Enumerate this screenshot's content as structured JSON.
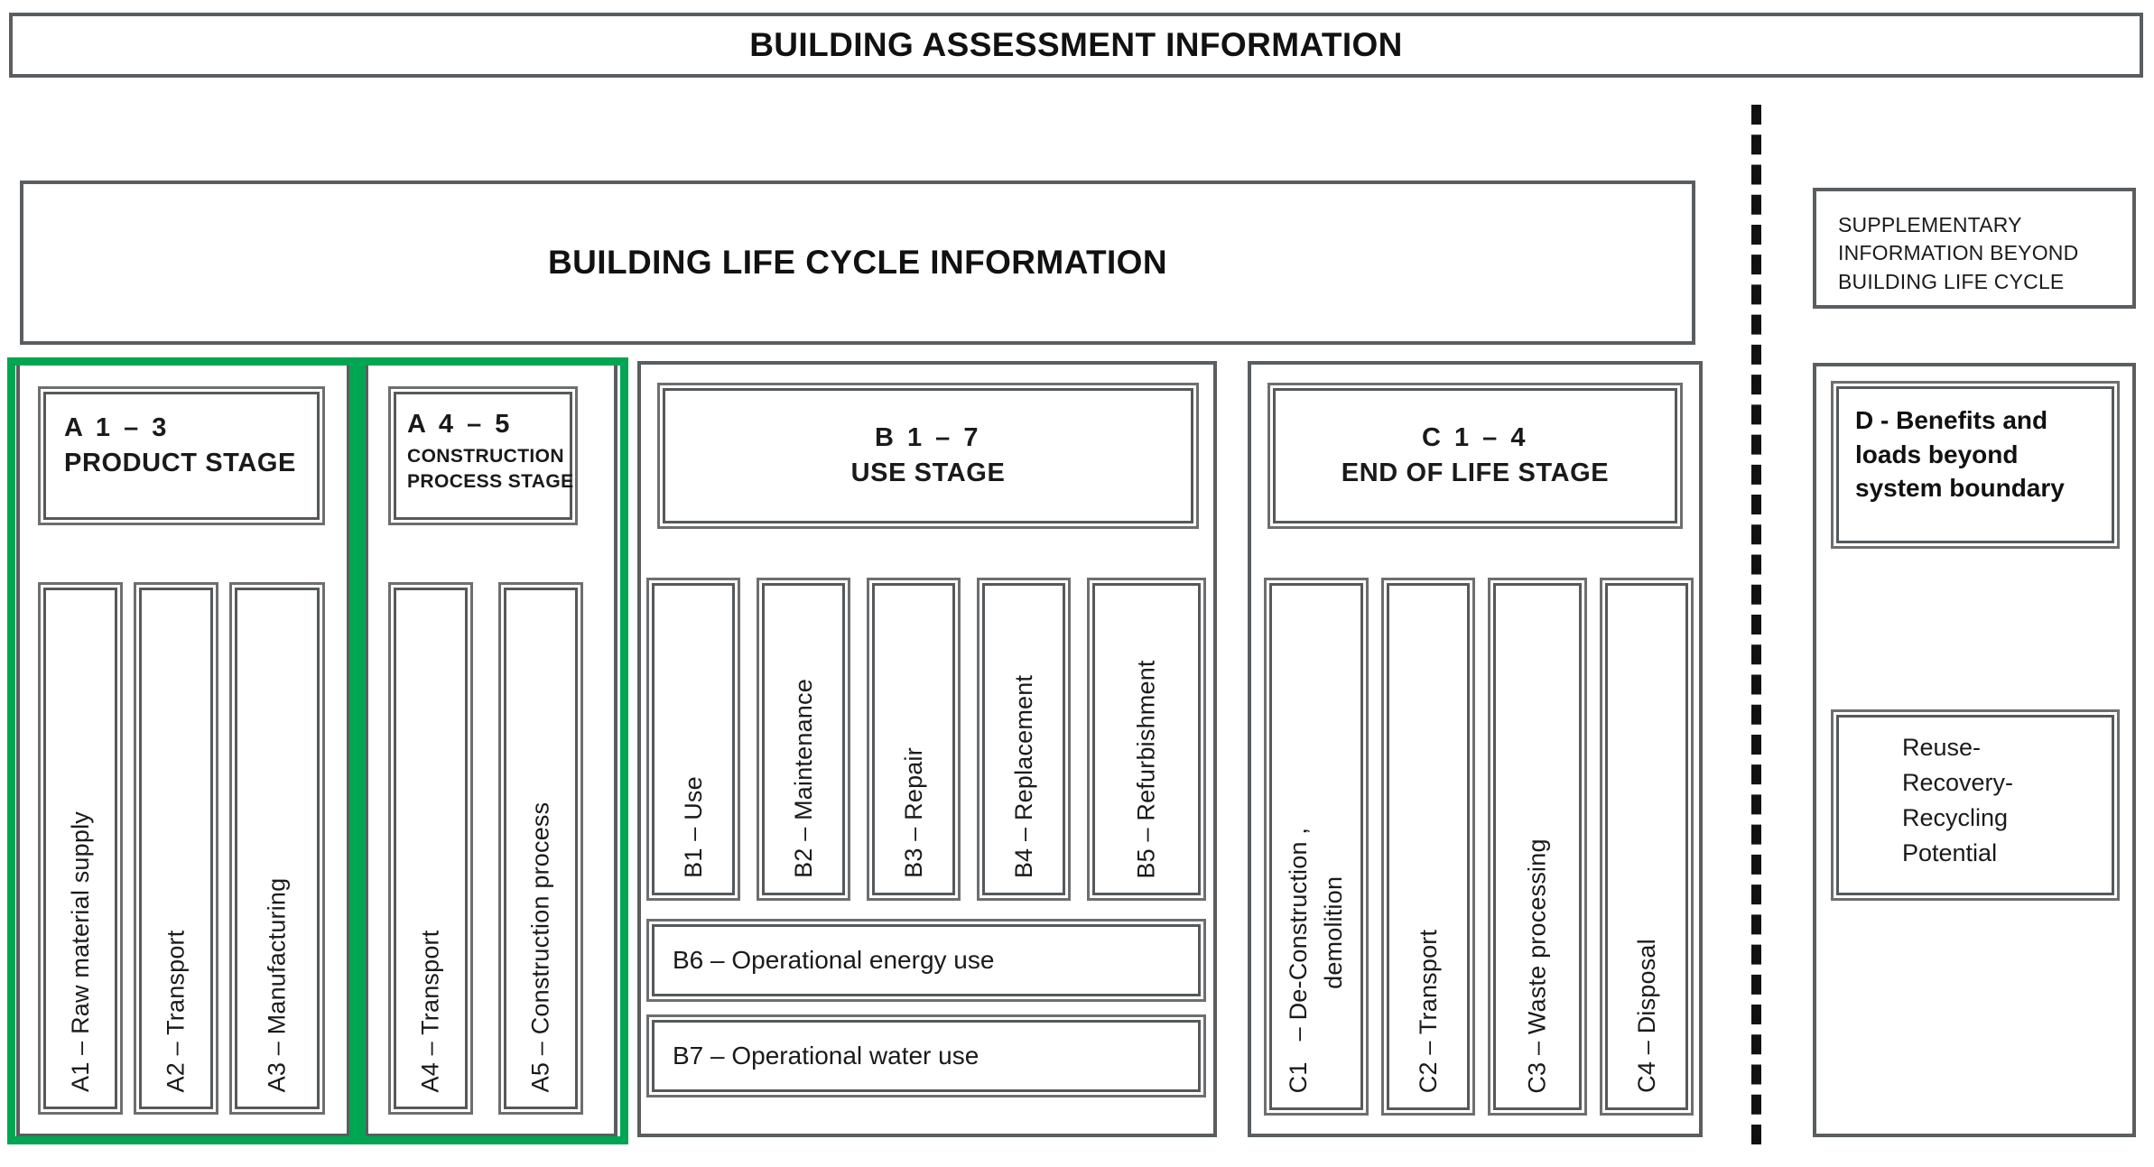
{
  "diagram": {
    "title": "BUILDING ASSESSMENT INFORMATION",
    "accent_green": "#00a651",
    "line_color": "#5a5e61"
  },
  "banners": {
    "assessment": "BUILDING ASSESSMENT INFORMATION",
    "life_cycle": "BUILDING LIFE CYCLE INFORMATION"
  },
  "supplementary": {
    "header": "SUPPLEMENTARY\nINFORMATION BEYOND\nBUILDING LIFE CYCLE",
    "d_stage": "D - Benefits and\nloads beyond\nsystem boundary",
    "reuse": "Reuse-\nRecovery-\nRecycling\nPotential"
  },
  "stages": [
    {
      "id": "A1-3",
      "code": "A 1 – 3",
      "name": "PRODUCT STAGE",
      "highlighted": true,
      "modules": [
        {
          "id": "A1",
          "label": "A1   – Raw material supply"
        },
        {
          "id": "A2",
          "label": "A2   – Transport"
        },
        {
          "id": "A3",
          "label": "A3   – Manufacturing"
        }
      ]
    },
    {
      "id": "A4-5",
      "code": "A 4 – 5",
      "name": "CONSTRUCTION\nPROCESS STAGE",
      "highlighted": true,
      "modules": [
        {
          "id": "A4",
          "label": "A4   – Transport"
        },
        {
          "id": "A5",
          "label": "A5   – Construction process"
        }
      ]
    },
    {
      "id": "B1-7",
      "code": "B 1 – 7",
      "name": "USE STAGE",
      "highlighted": false,
      "modules": [
        {
          "id": "B1",
          "label": "B1   – Use"
        },
        {
          "id": "B2",
          "label": "B2   – Maintenance"
        },
        {
          "id": "B3",
          "label": "B3   – Repair"
        },
        {
          "id": "B4",
          "label": "B4   – Replacement"
        },
        {
          "id": "B5",
          "label": "B5   – Refurbishment"
        }
      ],
      "wide_modules": [
        {
          "id": "B6",
          "label": "B6   – Operational energy use"
        },
        {
          "id": "B7",
          "label": "B7   – Operational water use"
        }
      ]
    },
    {
      "id": "C1-4",
      "code": "C 1 – 4",
      "name": "END OF LIFE STAGE",
      "highlighted": false,
      "modules": [
        {
          "id": "C1",
          "label": "C1   – De-Construction ,\n        demolition"
        },
        {
          "id": "C2",
          "label": "C2   – Transport"
        },
        {
          "id": "C3",
          "label": "C3   – Waste processing"
        },
        {
          "id": "C4",
          "label": "C4   – Disposal"
        }
      ]
    }
  ]
}
